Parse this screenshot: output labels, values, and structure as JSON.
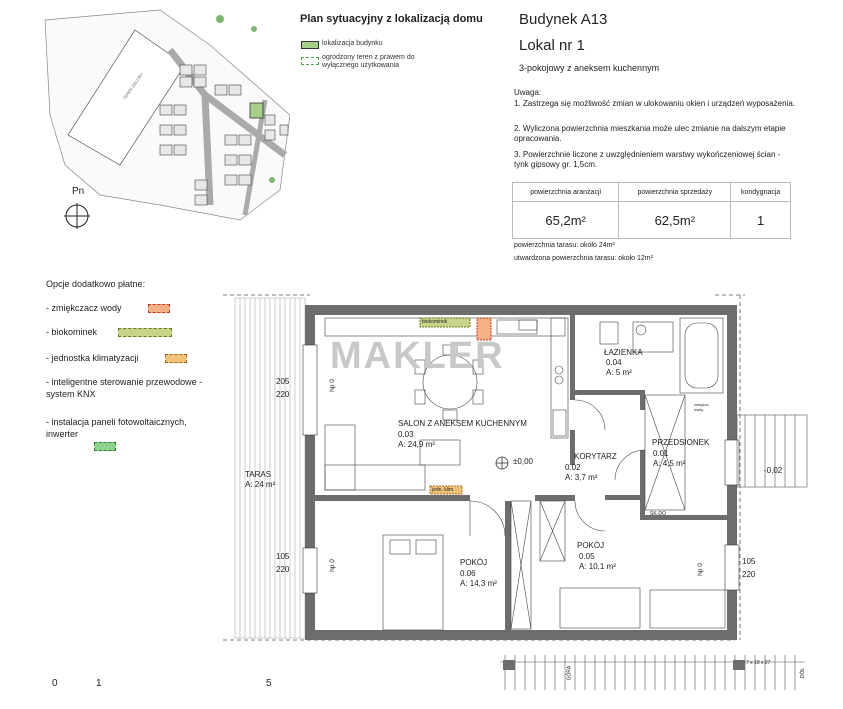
{
  "site_plan": {
    "title": "Plan sytuacyjny z lokalizacją domu",
    "legend": [
      {
        "label": "lokalizacja budynku",
        "color": "#a8d08d"
      },
      {
        "label": "ogrodzony teren z prawem do wyłącznego użytkowania",
        "color": "#7ac27a"
      }
    ],
    "north_label": "Pn"
  },
  "unit": {
    "building": "Budynek   A13",
    "unit_no": "Lokal nr   1",
    "description": "3-pokojowy z aneksem kuchennym"
  },
  "notes": {
    "title": "Uwaga:",
    "items": [
      "1. Zastrzega się możliwość zmian w ulokowaniu okien i urządzeń wyposażenia.",
      "2. Wyliczona powierzchnia mieszkania może ulec zmianie na dalszym etapie opracowania.",
      "3. Powierzchnie liczone z uwzględnieniem warstwy wykończeniowej ścian - tynk gipsowy gr. 1,5cm."
    ]
  },
  "area_table": {
    "headers": [
      "powierzchnia aranżacji",
      "powierzchnia sprzedaży",
      "kondygnacja"
    ],
    "values": [
      "65,2m²",
      "62,5m²",
      "1"
    ]
  },
  "terrace_notes": [
    "powierzchnia tarasu: około 24m²",
    "utwardzona powierzchnia tarasu: około 12m²"
  ],
  "options": {
    "title": "Opcje dodatkowo płatne:",
    "items": [
      {
        "label": "- zmiękczacz wody",
        "color": "#f4b183"
      },
      {
        "label": "- biokominek",
        "color": "#c9d38a"
      },
      {
        "label": "- jednostka klimatyzacji",
        "color": "#f0c27a"
      },
      {
        "label": "- inteligentne sterowanie przewodowe - system KNX",
        "color": null
      },
      {
        "label": "- instalacja paneli fotowoltaicznych, inwerter",
        "color": "#8fd18f"
      }
    ]
  },
  "watermark": "MAKLER",
  "rooms": [
    {
      "name": "SALON Z ANEKSEM KUCHENNYM",
      "no": "0.03",
      "area": "A: 24,9 m²"
    },
    {
      "name": "ŁAZIENKA",
      "no": "0.04",
      "area": "A: 5 m²"
    },
    {
      "name": "PRZEDSIONEK",
      "no": "0.01",
      "area": "A: 4,5 m²"
    },
    {
      "name": "KORYTARZ",
      "no": "0.02",
      "area": "A: 3,7 m²"
    },
    {
      "name": "POKÓJ",
      "no": "0.06",
      "area": "A: 14,3 m²"
    },
    {
      "name": "POKÓJ",
      "no": "0.05",
      "area": "A: 10,1 m²"
    },
    {
      "name": "TARAS",
      "no": "",
      "area": "A: 24 m²"
    }
  ],
  "plan_labels": {
    "level": "±0,00",
    "entrance_level": "-0,02",
    "win1_w": "205",
    "win1_h": "220",
    "win2_w": "105",
    "win2_h": "220",
    "win3_w": "105",
    "win3_h": "220",
    "hp1": "hp 0",
    "hp2": "hp 0",
    "hp3": "hp 0",
    "biokominek_tag": "biokominek",
    "klim_tag": "jedn. klim.",
    "sk_tag": "SK-DO",
    "stairs": "GÓRA",
    "dol": "DÓŁ",
    "stair_dims": "7 x 18 x 27",
    "switch_tag": "zmiękcz. wody"
  },
  "scale_bar": {
    "labels": [
      "0",
      "1",
      "5"
    ]
  }
}
